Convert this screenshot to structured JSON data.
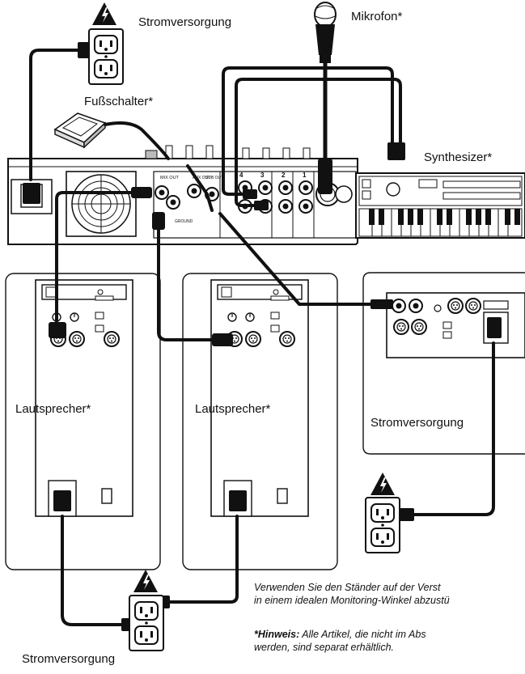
{
  "labels": {
    "power_top": "Stromversorgung",
    "microphone": "Mikrofon*",
    "footswitch": "Fußschalter*",
    "synthesizer": "Synthesizer*",
    "speaker_left": "Lautsprecher*",
    "speaker_middle": "Lautsprecher*",
    "power_right": "Stromversorgung",
    "power_bottom": "Stromversorgung"
  },
  "notes": {
    "stand_line1": "Verwenden Sie den Ständer auf der Verst",
    "stand_line2": "in einem idealen Monitoring-Winkel abzustü",
    "hint_label": "*Hinweis:",
    "hint_line1": " Alle Artikel, die nicht im Abs",
    "hint_line2": "werden, sind separat erhältlich."
  },
  "mixer_labels": {
    "mix_out": "MIX OUT",
    "aux_out": "AUX OUT",
    "sub_out": "SUB OUT",
    "ground": "GROUND",
    "ch4": "4",
    "ch3": "3",
    "ch2": "2",
    "ch1": "1"
  }
}
